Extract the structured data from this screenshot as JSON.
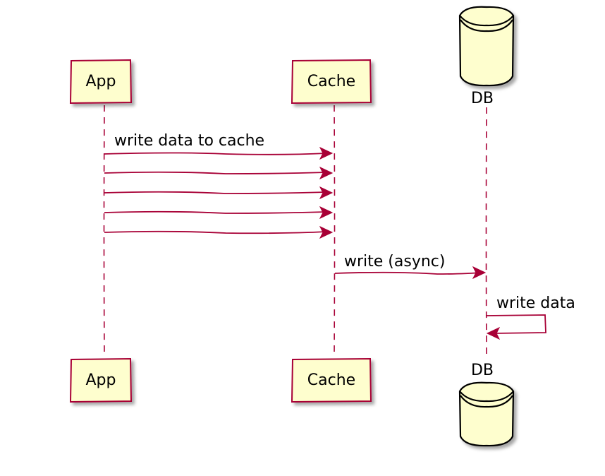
{
  "participants": {
    "app": {
      "label": "App"
    },
    "cache": {
      "label": "Cache"
    },
    "db": {
      "label": "DB"
    }
  },
  "messages": {
    "m1": {
      "text": "write data to cache",
      "from": "App",
      "to": "Cache"
    },
    "m2": {
      "text": "",
      "from": "App",
      "to": "Cache"
    },
    "m3": {
      "text": "",
      "from": "App",
      "to": "Cache"
    },
    "m4": {
      "text": "",
      "from": "App",
      "to": "Cache"
    },
    "m5": {
      "text": "",
      "from": "App",
      "to": "Cache"
    },
    "m6": {
      "text": "write (async)",
      "from": "Cache",
      "to": "DB"
    },
    "m7": {
      "text": "write data",
      "from": "DB",
      "to": "DB"
    }
  },
  "colors": {
    "participant_fill": "#FEFECE",
    "participant_border": "#A80036",
    "arrow": "#A80036",
    "database_outline": "#000000"
  }
}
